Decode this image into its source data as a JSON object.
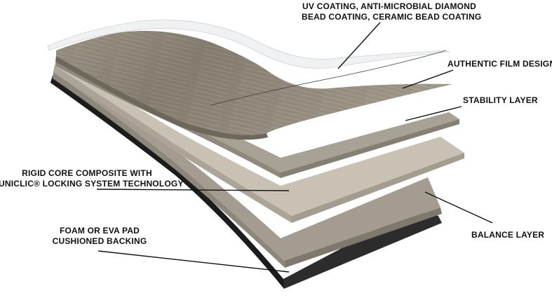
{
  "labels": {
    "uv_coating": [
      "UV COATING, ANTI-MICROBIAL DIAMOND",
      "BEAD COATING, CERAMIC BEAD COATING"
    ],
    "film_design": [
      "AUTHENTIC FILM DESIGN"
    ],
    "stability": [
      "STABILITY LAYER"
    ],
    "rigid_core": [
      "RIGID CORE COMPOSITE WITH",
      "UNICLIC® LOCKING SYSTEM TECHNOLOGY"
    ],
    "foam_pad": [
      "FOAM OR EVA PAD",
      "CUSHIONED BACKING"
    ],
    "balance": [
      "BALANCE LAYER"
    ]
  },
  "colors": {
    "coating": "#eef0f1",
    "film_wood": "#8c8578",
    "stability": "#a8a195",
    "core": "#c4bdb0",
    "balance": "#a49c90",
    "backing": "#2c2c2c",
    "leader_line": "#111111"
  }
}
